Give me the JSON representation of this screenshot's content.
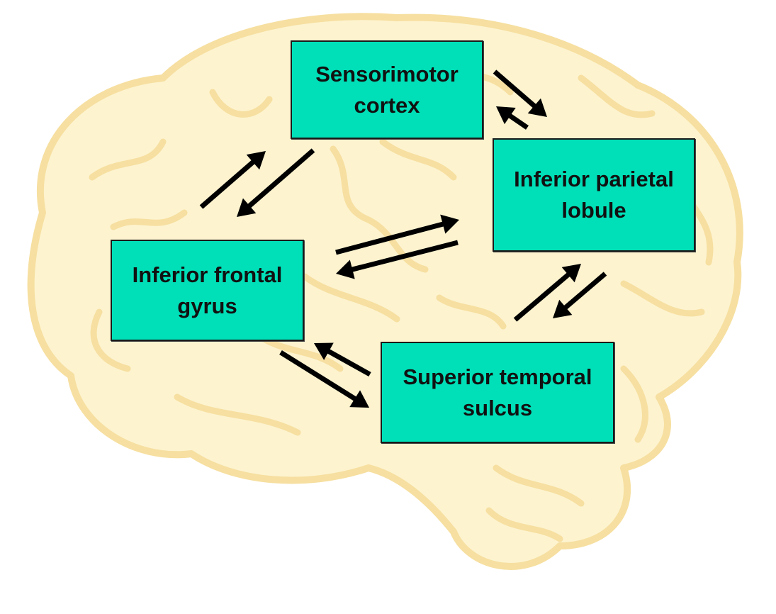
{
  "colors": {
    "box_fill": "#00e0b8",
    "box_border": "#1a1a1a",
    "arrow": "#000000",
    "brain_fill": "#fdf3cf",
    "brain_outline": "#f6dfa0"
  },
  "background_icon": "brain-icon",
  "nodes": {
    "sensorimotor": {
      "label": "Sensorimotor\ncortex"
    },
    "parietal": {
      "label": "Inferior parietal\nlobule"
    },
    "frontal": {
      "label": "Inferior frontal\ngyrus"
    },
    "temporal": {
      "label": "Superior temporal\nsulcus"
    }
  },
  "edges": [
    {
      "from": "frontal",
      "to": "sensorimotor"
    },
    {
      "from": "sensorimotor",
      "to": "frontal"
    },
    {
      "from": "sensorimotor",
      "to": "parietal"
    },
    {
      "from": "parietal",
      "to": "sensorimotor"
    },
    {
      "from": "frontal",
      "to": "parietal"
    },
    {
      "from": "parietal",
      "to": "frontal"
    },
    {
      "from": "temporal",
      "to": "parietal"
    },
    {
      "from": "parietal",
      "to": "temporal"
    },
    {
      "from": "frontal",
      "to": "temporal"
    },
    {
      "from": "temporal",
      "to": "frontal"
    }
  ]
}
